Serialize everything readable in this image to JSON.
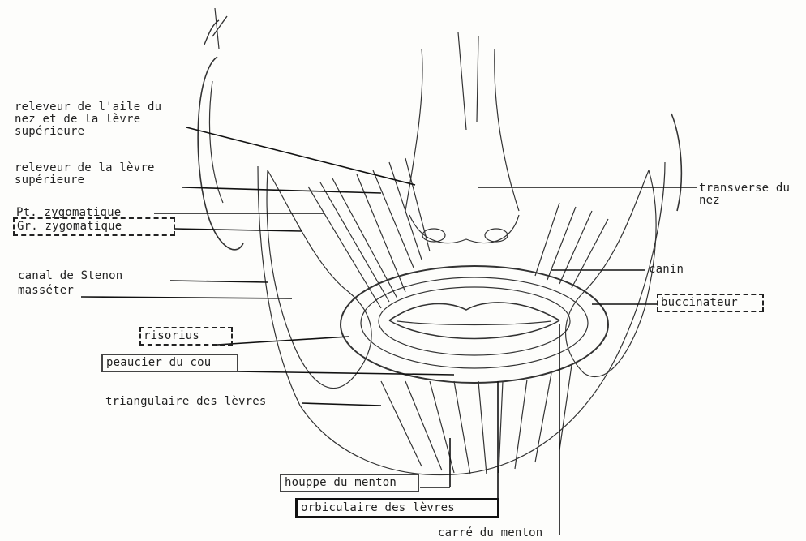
{
  "labels": {
    "releveur_aile": "releveur de l'aile du\nnez et de la lèvre\nsupérieure",
    "releveur_levre": "releveur de la lèvre\nsupérieure",
    "pt_zygomatique": "Pt. zygomatique",
    "gr_zygomatique": "Gr. zygomatique",
    "canal_stenon": "canal de Stenon",
    "masseter": "masséter",
    "risorius": "risorius",
    "peaucier": "peaucier du cou",
    "triangulaire": "triangulaire des lèvres",
    "houppe": "houppe du menton",
    "orbiculaire": "orbiculaire des lèvres",
    "carre": "carré du menton",
    "transverse": "transverse du\nnez",
    "canin": "canin",
    "buccinateur": "buccinateur"
  },
  "marks": {
    "corner_scribble": "nose"
  },
  "colors": {
    "ink": "#222222",
    "paper": "#fdfdfb"
  }
}
